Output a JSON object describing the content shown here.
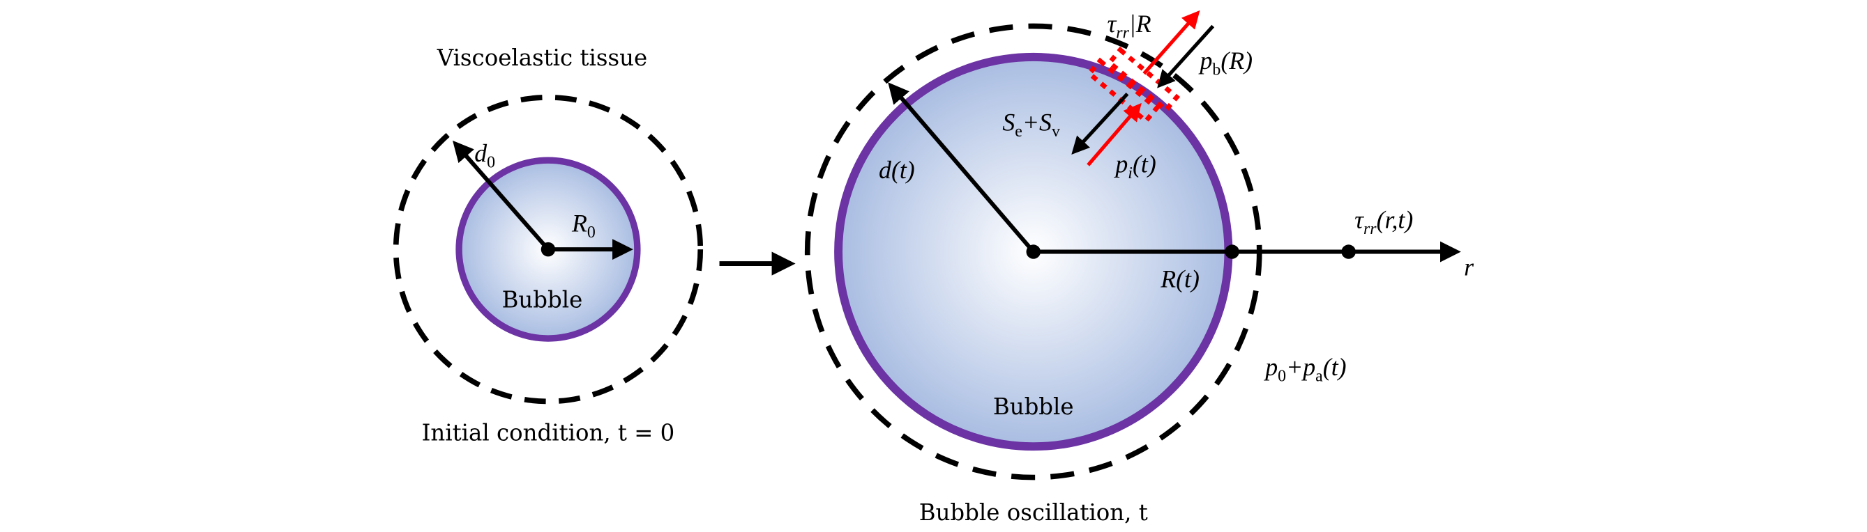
{
  "colors": {
    "bubble_edge": "#6b33a3",
    "bubble_fill_center": "#ffffff",
    "bubble_fill_edge": "#a9bde2",
    "accent_red": "#ff0000",
    "ink": "#000000"
  },
  "left_panel": {
    "title": "Viscoelastic tissue",
    "bubble_label": "Bubble",
    "caption": "Initial condition, t = 0",
    "d0_label": "d",
    "d0_sub": "0",
    "R0_label": "R",
    "R0_sub": "0"
  },
  "right_panel": {
    "bubble_label": "Bubble",
    "caption": "Bubble oscillation, t",
    "d_label": "d(t)",
    "R_label": "R(t)",
    "r_axis_label": "r",
    "tau_field_label": "τ",
    "tau_field_sub": "rr",
    "tau_field_args": "(r,t)",
    "ambient_label_p": "p",
    "ambient_sub0": "0",
    "ambient_plus": "+p",
    "ambient_suba": "a",
    "ambient_args": "(t)",
    "tau_R_label": "τ",
    "tau_R_sub": "rr",
    "tau_R_rest": "|R",
    "pb_label": "p",
    "pb_sub": "b",
    "pb_args": "(R)",
    "S_label": "S",
    "S_sub_e": "e",
    "S_plus": "+S",
    "S_sub_v": "v",
    "pi_label": "p",
    "pi_sub": "i",
    "pi_args": "(t)"
  }
}
